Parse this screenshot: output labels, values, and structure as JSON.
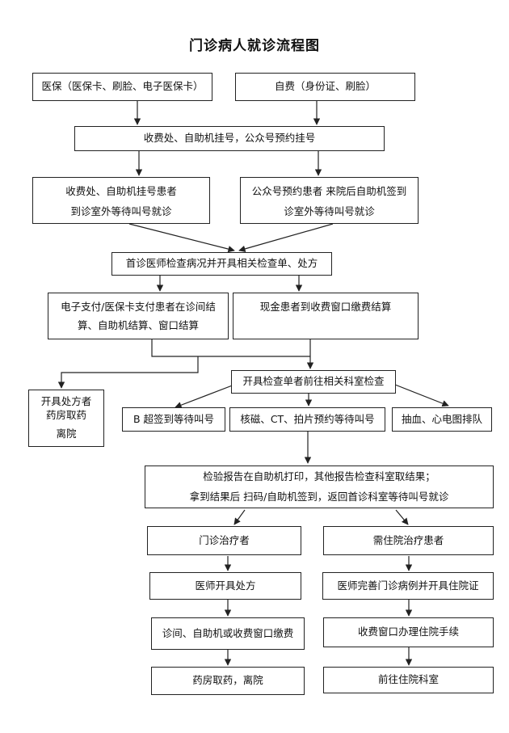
{
  "title": "门诊病人就诊流程图",
  "nodes": {
    "medical_insurance": "医保（医保卡、刷脸、电子医保卡）",
    "self_pay": "自费（身份证、刷脸）",
    "registration": "收费处、自助机挂号，公众号预约挂号",
    "onsite_line1": "收费处、自助机挂号患者",
    "onsite_line2": "到诊室外等待叫号就诊",
    "online_line1": "公众号预约患者 来院后自助机签到",
    "online_line2": "诊室外等待叫号就诊",
    "first_visit": "首诊医师检查病况并开具相关检查单、处方",
    "electronic_line1": "电子支付/医保卡支付患者在诊间结",
    "electronic_line2": "算、自助机结算、窗口结算",
    "cash": "现金患者到收费窗口缴费结算",
    "exam_dept": "开具检查单者前往相关科室检查",
    "prescription_line1": "开具处方者",
    "prescription_line2": "药房取药",
    "prescription_line3": "离院",
    "ultrasound": "B 超签到等待叫号",
    "imaging": "核磁、CT、拍片预约等待叫号",
    "blood_ecg": "抽血、心电图排队",
    "report_line1": "检验报告在自助机打印，其他报告检查科室取结果；",
    "report_line2": "拿到结果后 扫码/自助机签到，返回首诊科室等待叫号就诊",
    "outpatient_treatment": "门诊治疗者",
    "doctor_prescription": "医师开具处方",
    "payment": "诊间、自助机或收费窗口缴费",
    "pharmacy_leave": "药房取药，离院",
    "inpatient": "需住院治疗患者",
    "inpatient_cert": "医师完善门诊病例并开具住院证",
    "admission": "收费窗口办理住院手续",
    "ward": "前往住院科室"
  },
  "colors": {
    "line": "#222222",
    "background": "#ffffff"
  }
}
